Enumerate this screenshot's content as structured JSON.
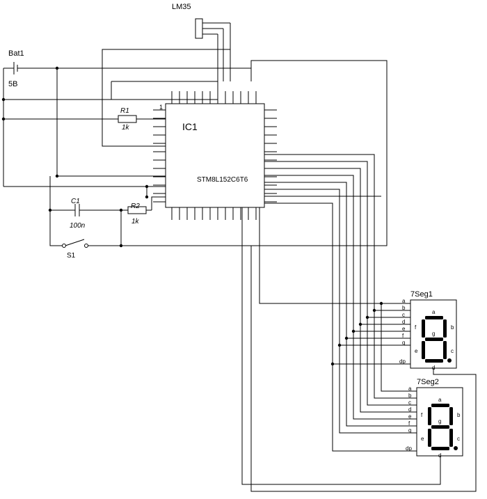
{
  "labels": {
    "lm35": "LM35",
    "bat_ref": "Bat1",
    "bat_val": "5B",
    "r1_ref": "R1",
    "r1_val": "1k",
    "r2_ref": "R2",
    "r2_val": "1k",
    "c1_ref": "C1",
    "c1_val": "100n",
    "s1_ref": "S1",
    "ic_ref": "IC1",
    "ic_part": "STM8L152C6T6",
    "pin1": "1",
    "seg1_ref": "7Seg1",
    "seg2_ref": "7Seg2"
  },
  "segment_pins": [
    "a",
    "b",
    "c",
    "d",
    "e",
    "f",
    "g"
  ],
  "dp_pin": "dp",
  "digit_segment_letters": [
    "a",
    "b",
    "c",
    "d",
    "e",
    "f",
    "g"
  ]
}
